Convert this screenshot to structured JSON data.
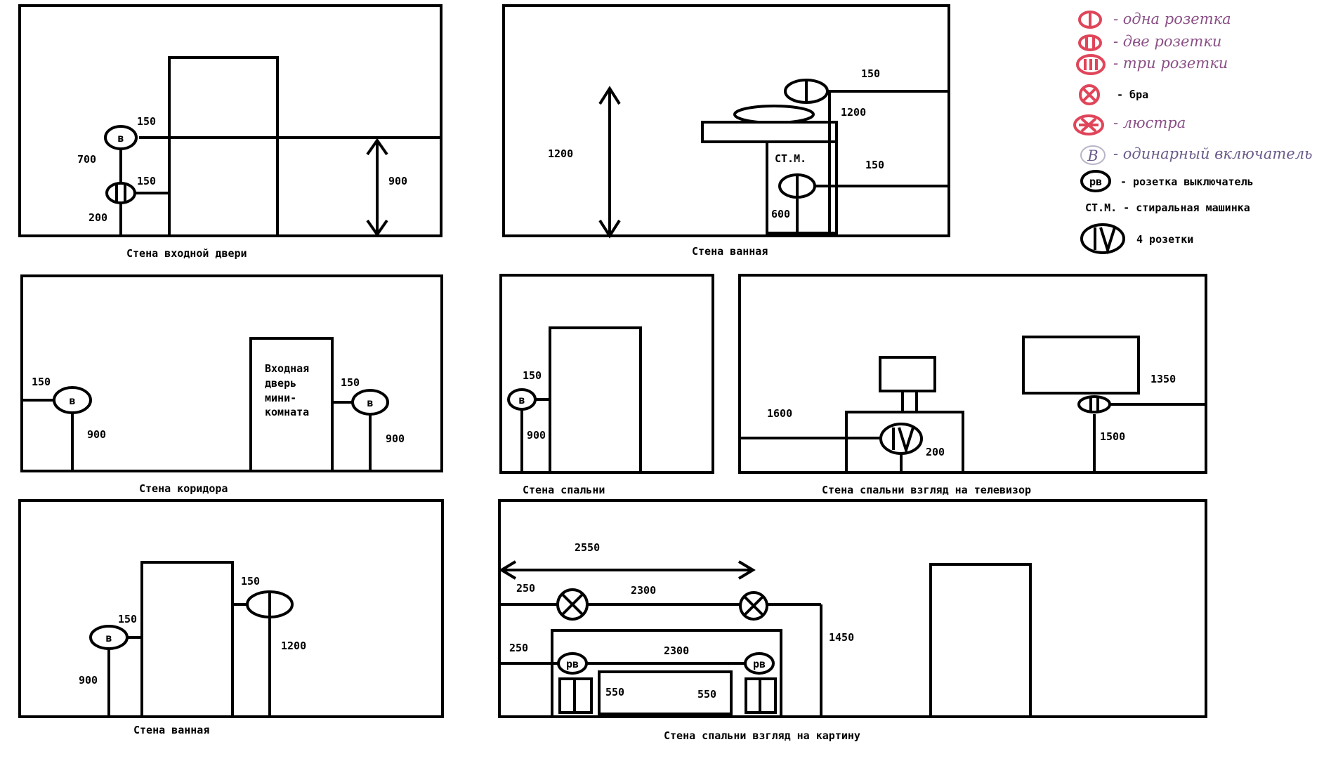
{
  "panels": {
    "entrance": {
      "caption": "Стена  входной  двери",
      "dims": {
        "d150a": "150",
        "d700": "700",
        "d150b": "150",
        "d200": "200",
        "d900": "900"
      },
      "switch_letter": "в"
    },
    "bathroom_top": {
      "caption": "Стена  ванная",
      "dims": {
        "d1200a": "1200",
        "d150a": "150",
        "d1200b": "1200",
        "d150b": "150",
        "d600": "600"
      },
      "wm_label": "СТ.М."
    },
    "corridor": {
      "caption": "Стена  коридора",
      "dims": {
        "d150a": "150",
        "d900a": "900",
        "d150b": "150",
        "d900b": "900"
      },
      "door_label": [
        "Входная",
        "дверь",
        "мини-",
        "комната"
      ],
      "switch_letter": "в"
    },
    "bedroom": {
      "caption": "Стена  спальни",
      "dims": {
        "d150": "150",
        "d900": "900"
      },
      "switch_letter": "в"
    },
    "bedroom_tv": {
      "caption": "Стена  спальни  взгляд  на  телевизор",
      "dims": {
        "d1600": "1600",
        "d200": "200",
        "d1350": "1350",
        "d1500": "1500"
      }
    },
    "bathroom_bottom": {
      "caption": "Стена  ванная",
      "dims": {
        "d150a": "150",
        "d150b": "150",
        "d1200": "1200",
        "d900": "900"
      },
      "switch_letter": "в"
    },
    "bedroom_picture": {
      "caption": "Стена  спальни  взгляд  на  картину",
      "dims": {
        "d2550": "2550",
        "d250a": "250",
        "d2300a": "2300",
        "d1450": "1450",
        "d250b": "250",
        "d2300b": "2300",
        "d550a": "550",
        "d550b": "550"
      },
      "rv": "рв"
    }
  },
  "legend": {
    "one_socket": "- одна розетка",
    "two_sockets": "- две розетки",
    "three_sockets": "- три розетки",
    "sconce": "-  бра",
    "chandelier": "- люстра",
    "single_switch": "- одинарный включатель",
    "single_switch_letter": "B",
    "socket_switch_symbol": "рв",
    "socket_switch": "-  розетка  выключатель",
    "washing_machine": "СТ.М.  -  стиральная  машинка",
    "four_sockets_symbol": "IV",
    "four_sockets": "4  розетки"
  },
  "colors": {
    "ink": "#000000",
    "legend_red": "#e0455a",
    "handwriting": "#8a4f86"
  }
}
